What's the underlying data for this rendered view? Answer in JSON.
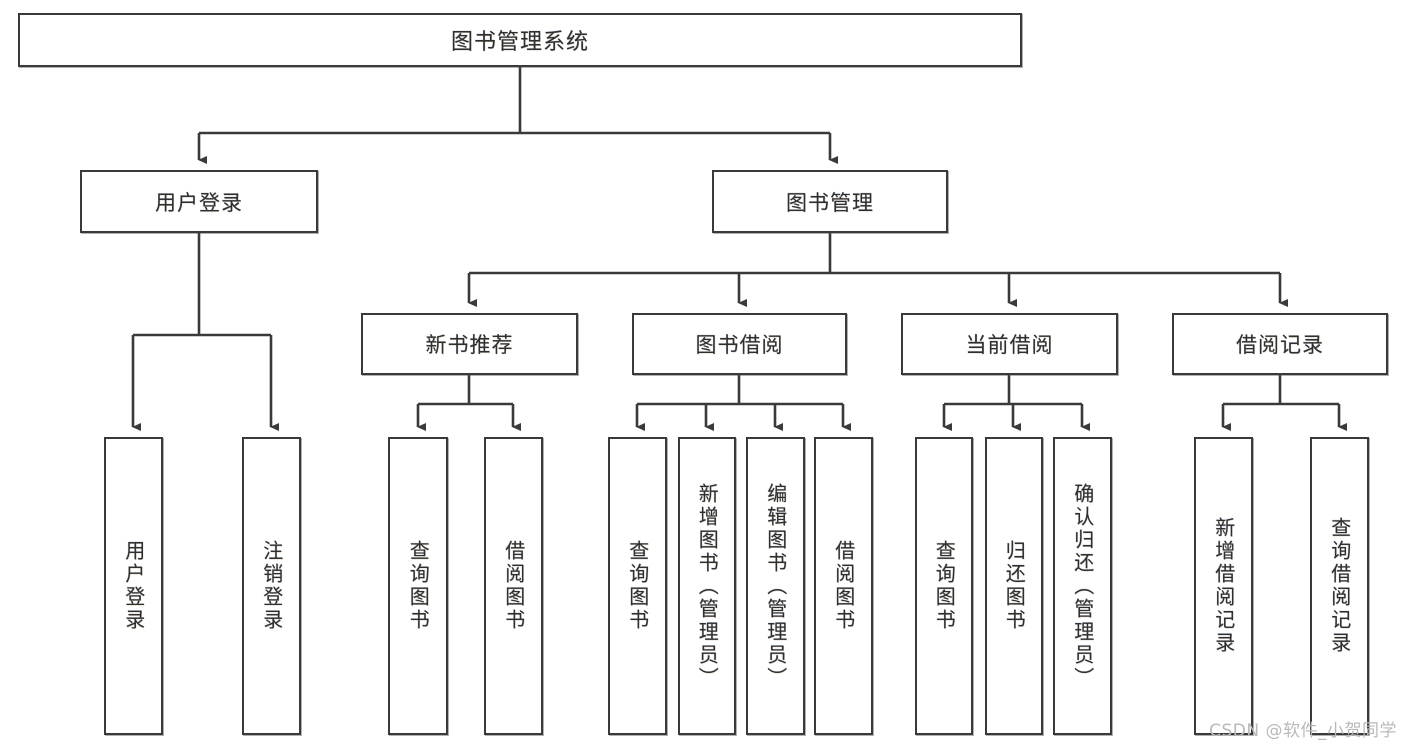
{
  "diagram": {
    "title": "图书管理系统",
    "type": "tree-hierarchy",
    "watermark": "CSDN @软件_小贺同学",
    "colors": {
      "stroke": "#3a3a3a",
      "text": "#2f2f2f",
      "background": "#ffffff",
      "watermark": "#b9b9b9"
    },
    "root": {
      "label": "图书管理系统"
    },
    "level2": [
      {
        "label": "用户登录"
      },
      {
        "label": "图书管理"
      }
    ],
    "level3": [
      {
        "label": "新书推荐"
      },
      {
        "label": "图书借阅"
      },
      {
        "label": "当前借阅"
      },
      {
        "label": "借阅记录"
      }
    ],
    "leaves": [
      {
        "label": "用户登录",
        "parent": "用户登录"
      },
      {
        "label": "注销登录",
        "parent": "用户登录"
      },
      {
        "label": "查询图书",
        "parent": "新书推荐"
      },
      {
        "label": "借阅图书",
        "parent": "新书推荐"
      },
      {
        "label": "查询图书",
        "parent": "图书借阅"
      },
      {
        "label": "新增图书（管理员）",
        "parent": "图书借阅"
      },
      {
        "label": "编辑图书（管理员）",
        "parent": "图书借阅"
      },
      {
        "label": "借阅图书",
        "parent": "图书借阅"
      },
      {
        "label": "查询图书",
        "parent": "当前借阅"
      },
      {
        "label": "归还图书",
        "parent": "当前借阅"
      },
      {
        "label": "确认归还（管理员）",
        "parent": "当前借阅"
      },
      {
        "label": "新增借阅记录",
        "parent": "借阅记录"
      },
      {
        "label": "查询借阅记录",
        "parent": "借阅记录"
      }
    ]
  }
}
